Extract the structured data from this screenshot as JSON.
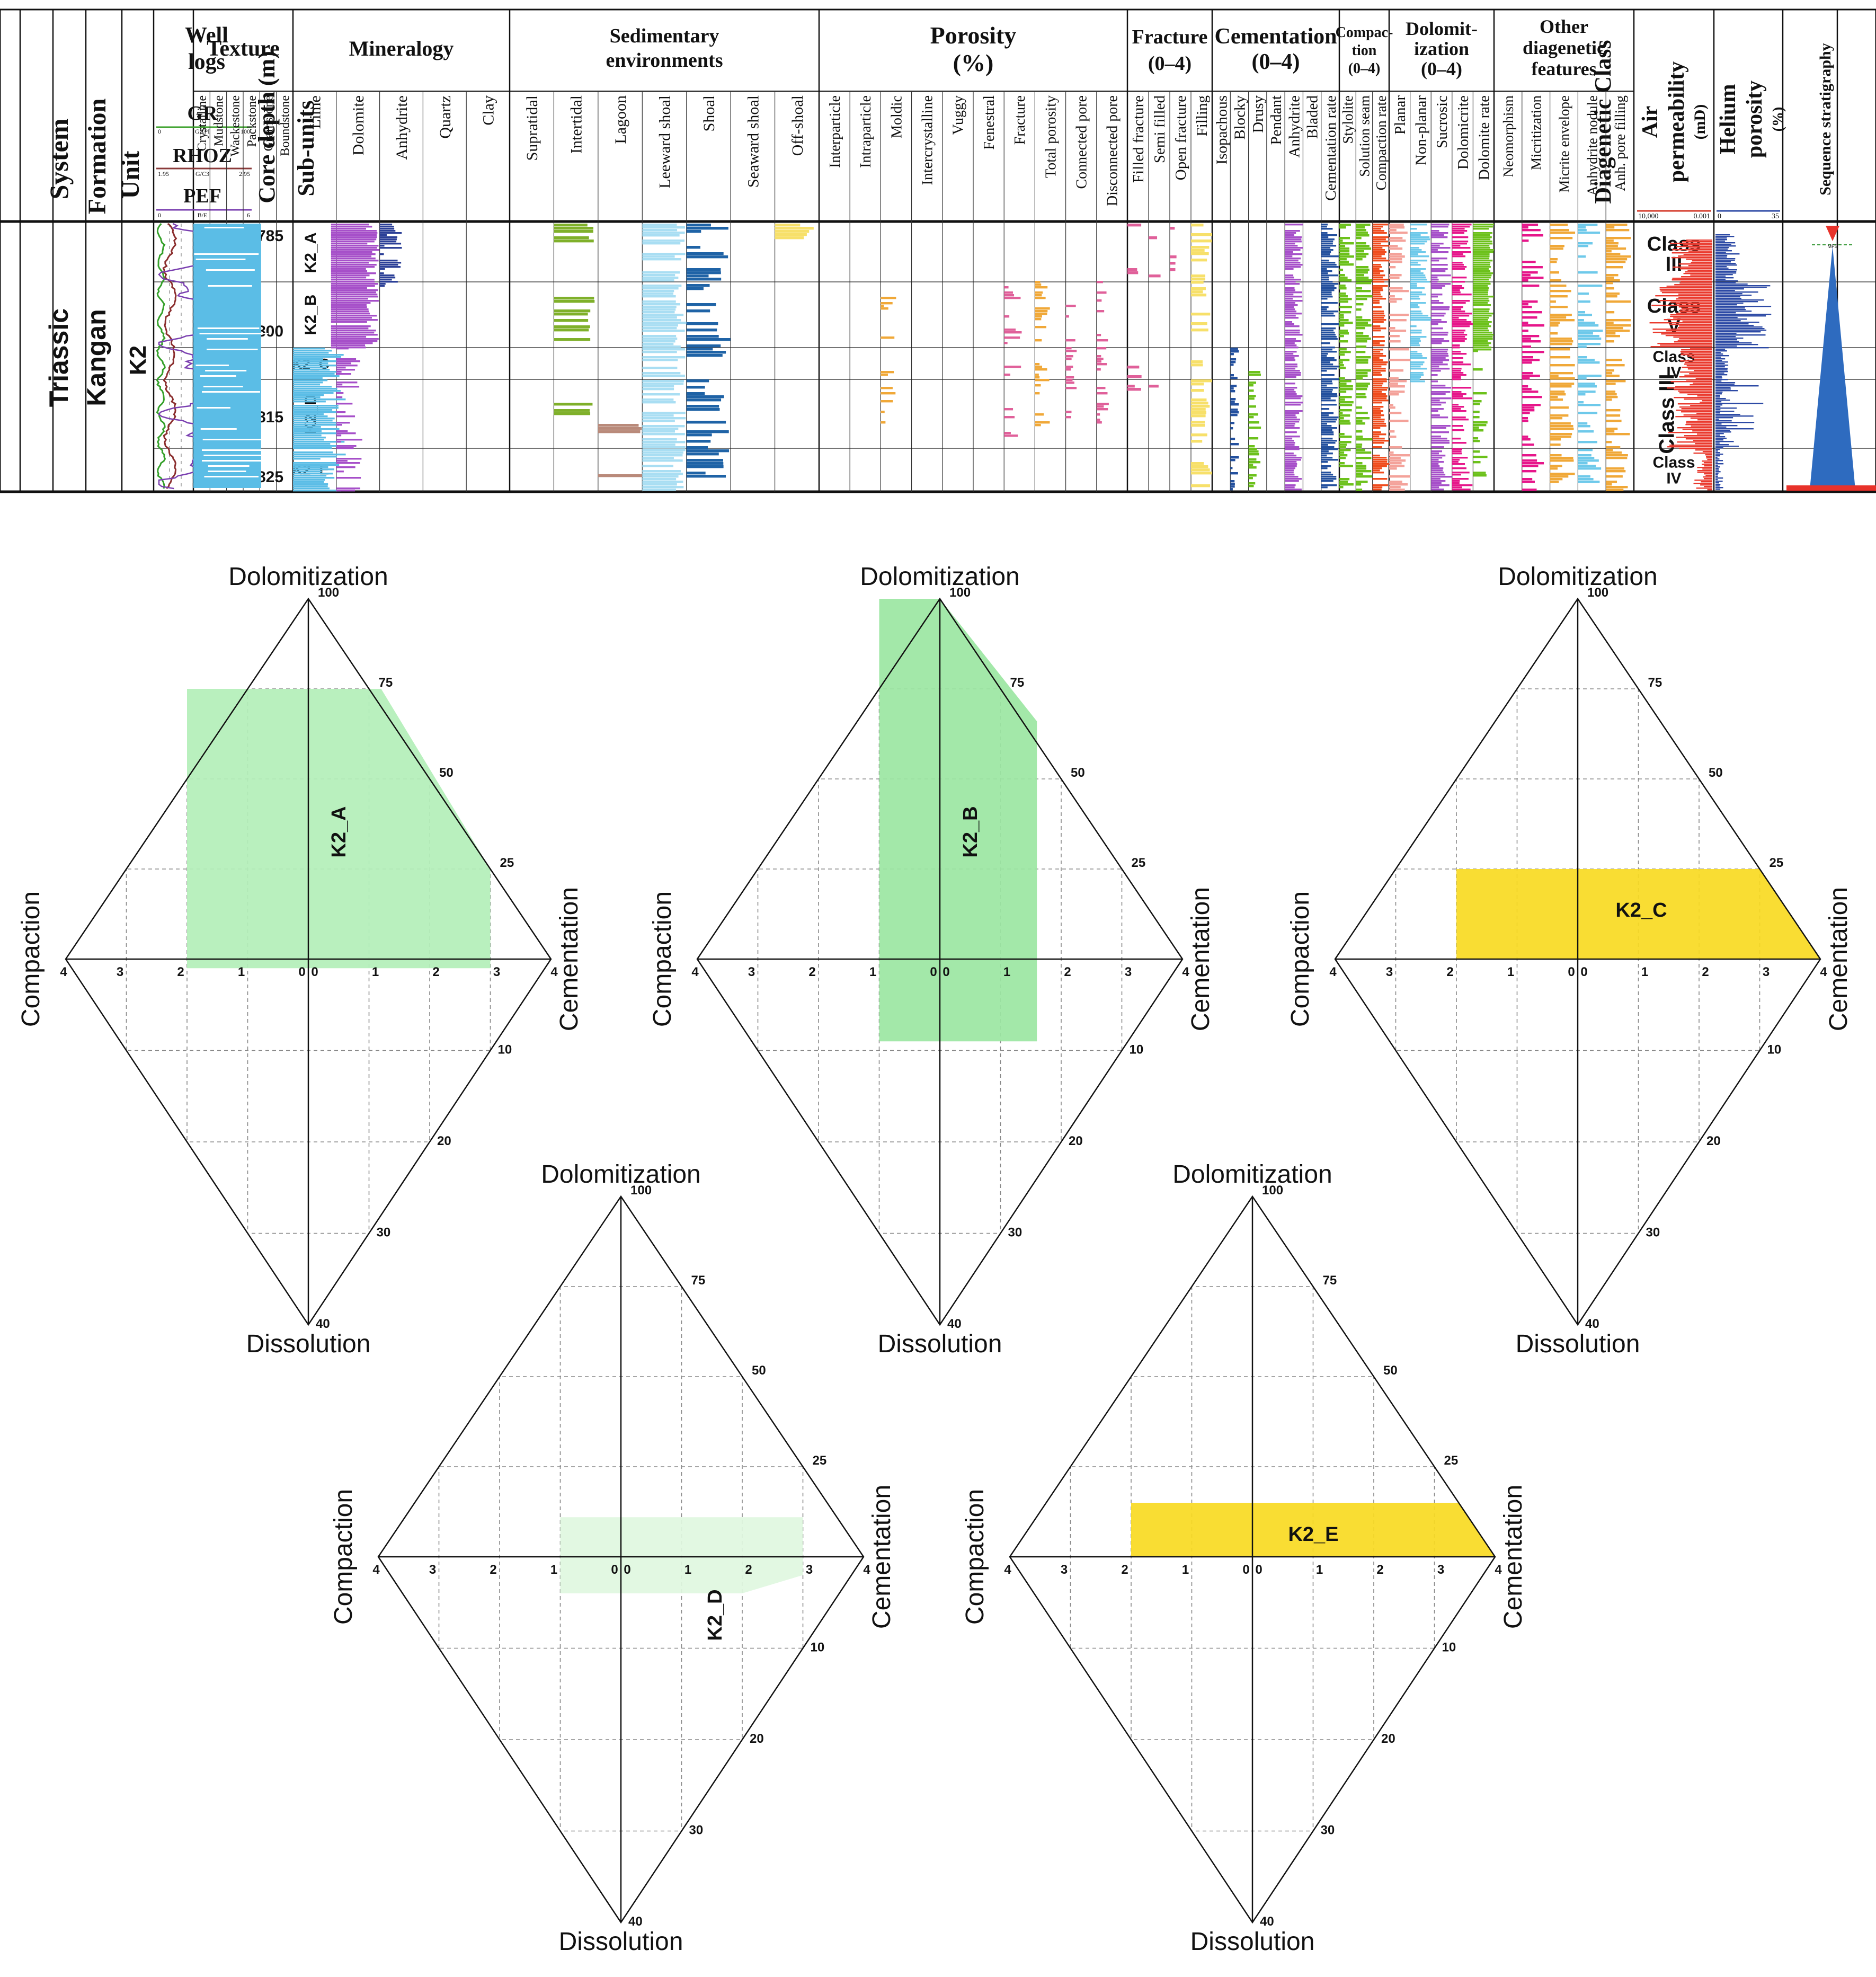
{
  "colors": {
    "lime": "#5bbde6",
    "dolomite": "#a64fc9",
    "anhydrite": "#2b3f97",
    "green": "#7fb02a",
    "brown": "#b98a7a",
    "lightblue": "#a9def3",
    "shoal": "#1f63a6",
    "yellow": "#f7e06a",
    "orange": "#f0a838",
    "pink": "#e0609a",
    "magenta": "#e6168a",
    "darkblue": "#23509e",
    "brightgreen": "#6cc11b",
    "redorange": "#f04b1c",
    "salmon": "#f4a29a",
    "skyblue": "#6ec9ea",
    "red": "#ea3a2e",
    "navy": "#2d4aa5",
    "kzoneA": "#b3efb8",
    "kzoneB": "#9be6a2",
    "kzoneD": "#dff7df",
    "kzoneYellow": "#f8da22"
  },
  "column": {
    "headers": {
      "system": "System",
      "formation": "Formation",
      "unit": "Unit",
      "well_logs": [
        "Well",
        "logs"
      ],
      "gr": "GR",
      "rhoz": "RHOZ",
      "pef": "PEF",
      "gr_scale": [
        "0",
        "GAPI",
        "100"
      ],
      "rhoz_scale": [
        "1.95",
        "G/C3",
        "2.95"
      ],
      "pef_scale": [
        "0",
        "B/E",
        "6"
      ],
      "core_depth": "Core depth (m)",
      "sub_units": "Sub-units",
      "texture": "Texture",
      "mineralogy": "Mineralogy",
      "sed_env": [
        "Sedimentary",
        "environments"
      ],
      "porosity": [
        "Porosity",
        "(%)"
      ],
      "fracture": [
        "Fracture",
        "(0–4)"
      ],
      "cementation": [
        "Cementation",
        "(0–4)"
      ],
      "compaction": [
        "Compac-",
        "tion",
        "(0–4)"
      ],
      "dolomitization": [
        "Dolomit-",
        "ization",
        "(0–4)"
      ],
      "other": [
        "Other",
        "diagenetic",
        "features"
      ],
      "diagenetic_class": "Diagenetic Class",
      "air_perm": [
        "Air",
        "permeability",
        "(mD)"
      ],
      "air_perm_scale": [
        "10,000",
        "0.001"
      ],
      "helium": [
        "Helium",
        "porosity",
        "(%)"
      ],
      "helium_scale": [
        "0",
        "35"
      ],
      "sequence": "Sequence stratigraphy"
    },
    "texture_cols": [
      "Crystalline",
      "Mudstone",
      "Wackestone",
      "Packstone",
      "Grainstone",
      "Boundstone"
    ],
    "mineral_cols": [
      "Lime",
      "Dolomite",
      "Anhydrite",
      "Quartz",
      "Clay"
    ],
    "env_cols": [
      "Supratidal",
      "Intertidal",
      "Lagoon",
      "Leeward shoal",
      "Shoal",
      "Seaward shoal",
      "Off-shoal"
    ],
    "poro_cols": [
      "Interparticle",
      "Intraparticle",
      "Moldic",
      "Intercrystalline",
      "Vuggy",
      "Fenestral",
      "Fracture",
      "Total porosity",
      "Connected pore",
      "Disconnected pore"
    ],
    "frac_cols": [
      "Filled fracture",
      "Semi filled",
      "Open fracture",
      "Filling"
    ],
    "cem_cols": [
      "Isopachous",
      "Blocky",
      "Drusy",
      "Pendant",
      "Anhydrite",
      "Bladed",
      "Cementation rate"
    ],
    "comp_cols": [
      "Stylolite",
      "Solution seam",
      "Compaction rate"
    ],
    "dol_cols": [
      "Planar",
      "Non-planar",
      "Sucrosic",
      "Dolomicrite",
      "Dolomite rate"
    ],
    "other_cols": [
      "Neomorphism",
      "Micritization",
      "Micrite envelope",
      "Anhydrite nodule",
      "Anh. pore filling"
    ],
    "system_value": "Triassic",
    "formation_value": "Kangan",
    "unit_value": "K2",
    "depths": [
      "785",
      "800",
      "815",
      "825"
    ],
    "subunits": [
      "K2_A",
      "K2_B",
      "K2_C",
      "K2_D",
      "K2_E"
    ],
    "classes": [
      {
        "lines": [
          "Class",
          "III"
        ]
      },
      {
        "lines": [
          "Class",
          "V"
        ]
      },
      {
        "lines": [
          "Class",
          "IV"
        ]
      },
      {
        "lines": [
          "Class",
          "III"
        ]
      },
      {
        "lines": [
          "Class",
          "IV"
        ]
      }
    ],
    "sequence_tag": "MFS"
  },
  "diagrams": [
    {
      "label": "K2_A",
      "fill": "#b3efb8",
      "polygon": [
        [
          -2,
          75
        ],
        [
          1.2,
          75
        ],
        [
          3,
          25
        ],
        [
          3,
          -1
        ],
        [
          -2,
          -1
        ],
        [
          -2,
          50
        ]
      ]
    },
    {
      "label": "K2_B",
      "fill": "#9be6a2",
      "polygon": [
        [
          -1,
          100
        ],
        [
          0,
          100
        ],
        [
          1.6,
          66
        ],
        [
          1.6,
          -9
        ],
        [
          -1,
          -9
        ]
      ]
    },
    {
      "label": "K2_C",
      "fill": "#f8da22",
      "polygon": [
        [
          -2,
          25
        ],
        [
          3,
          25
        ],
        [
          4,
          0
        ],
        [
          -2,
          0
        ]
      ]
    },
    {
      "label": "K2_D",
      "fill": "#dff7df",
      "polygon": [
        [
          -1,
          11
        ],
        [
          3,
          11
        ],
        [
          3,
          -2
        ],
        [
          2,
          -4
        ],
        [
          -1,
          -4
        ]
      ]
    },
    {
      "label": "K2_E",
      "fill": "#f8da22",
      "polygon": [
        [
          -2,
          15
        ],
        [
          3.4,
          15
        ],
        [
          4,
          0
        ],
        [
          -2,
          0
        ]
      ]
    }
  ],
  "diagram_text": {
    "top": "Dolomitization",
    "bottom": "Dissolution",
    "left": "Compaction",
    "right": "Cementation",
    "left_ticks": [
      "4",
      "3",
      "2",
      "1",
      "0"
    ],
    "right_ticks": [
      "0",
      "1",
      "2",
      "3",
      "4"
    ],
    "upper_ticks": [
      "100",
      "75",
      "50",
      "25"
    ],
    "lower_ticks": [
      "10",
      "20",
      "30",
      "40"
    ]
  }
}
